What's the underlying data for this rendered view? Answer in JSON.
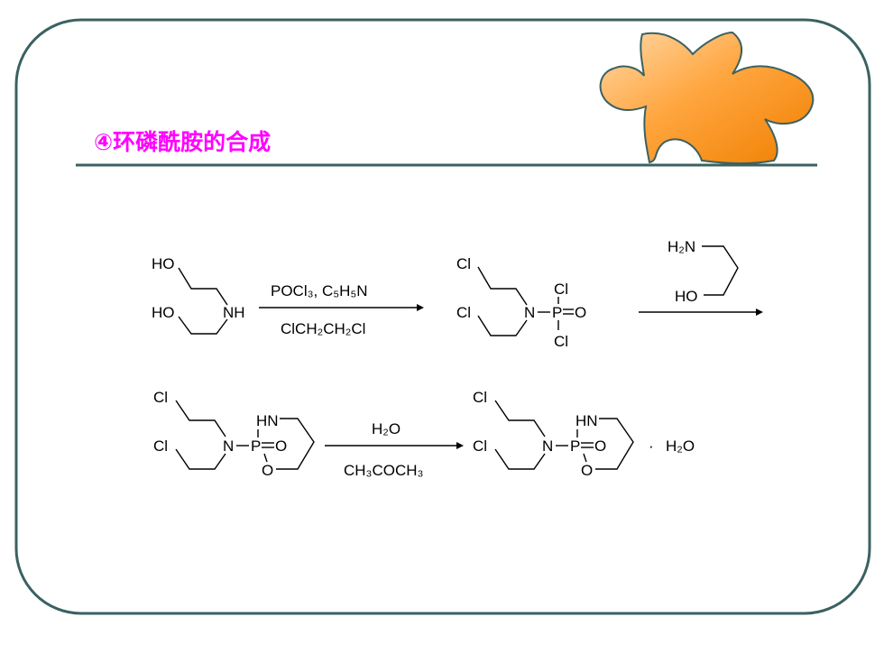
{
  "title": "④环磷酰胺的合成",
  "colors": {
    "title": "#ff00ff",
    "frame_border": "#3b6161",
    "rule": "#3b6161",
    "puzzle_light": "#ffd09a",
    "puzzle_dark": "#f78a00"
  },
  "icons": {
    "decoration": "puzzle-piece-icon"
  },
  "scheme": {
    "reactant1": {
      "ho_top": "HO",
      "ho_bottom": "HO",
      "nh": "NH"
    },
    "step1": {
      "reagent_top": "POCl₃, C₅H₅N",
      "reagent_bottom": "ClCH₂CH₂Cl"
    },
    "intermediate": {
      "cl_chain_top": "Cl",
      "cl_chain_bottom": "Cl",
      "n": "N",
      "p": "P",
      "cl_p_top": "Cl",
      "cl_p_bottom": "Cl",
      "o_double": "O"
    },
    "step2": {
      "amine": "H₂N",
      "alcohol": "HO"
    },
    "product": {
      "cl_top": "Cl",
      "cl_bottom": "Cl",
      "n": "N",
      "p": "P",
      "o_double": "O",
      "hn": "HN",
      "o_ring": "O"
    },
    "step3": {
      "reagent_top": "H₂O",
      "reagent_bottom": "CH₃COCH₃"
    },
    "hydrate": {
      "cl_top": "Cl",
      "cl_bottom": "Cl",
      "n": "N",
      "p": "P",
      "o_double": "O",
      "hn": "HN",
      "o_ring": "O",
      "dot": "·",
      "water": "H₂O"
    }
  }
}
